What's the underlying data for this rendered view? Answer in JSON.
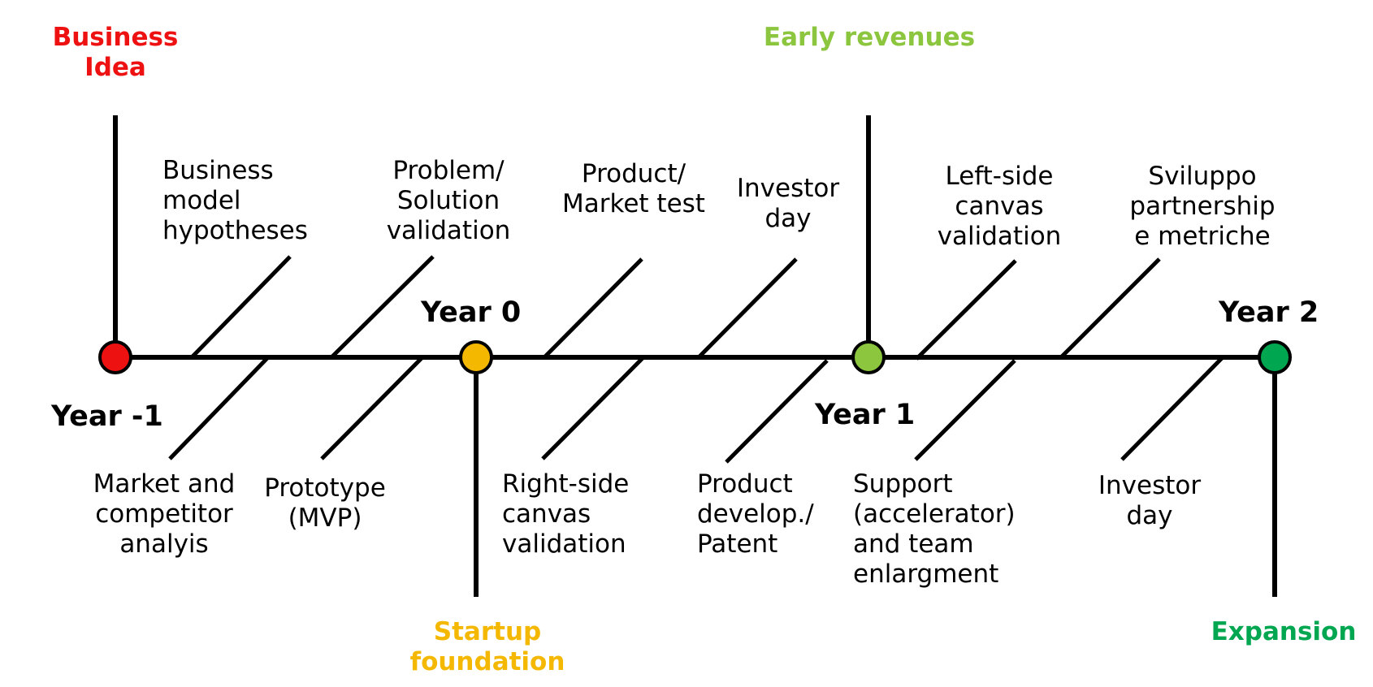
{
  "milestones": [
    {
      "label": "Business\nIdea",
      "color": "#ee1111"
    },
    {
      "label": "Startup\nfoundation",
      "color": "#f5b800"
    },
    {
      "label": "Early revenues",
      "color": "#8cc63f"
    },
    {
      "label": "Expansion",
      "color": "#00a650"
    }
  ],
  "years": [
    "Year -1",
    "Year 0",
    "Year 1",
    "Year 2"
  ],
  "activities_top": [
    "Business\nmodel\nhypotheses",
    "Problem/\nSolution\nvalidation",
    "Product/\nMarket test",
    "Investor\nday",
    "Left-side\ncanvas\nvalidation",
    "Sviluppo\npartnership\ne metriche"
  ],
  "activities_bottom": [
    "Market and\ncompetitor\nanalyis",
    "Prototype\n(MVP)",
    "Right-side\ncanvas\nvalidation",
    "Product\ndevelop./\nPatent",
    "Support\n(accelerator)\nand team\nenlargment",
    "Investor\nday"
  ]
}
